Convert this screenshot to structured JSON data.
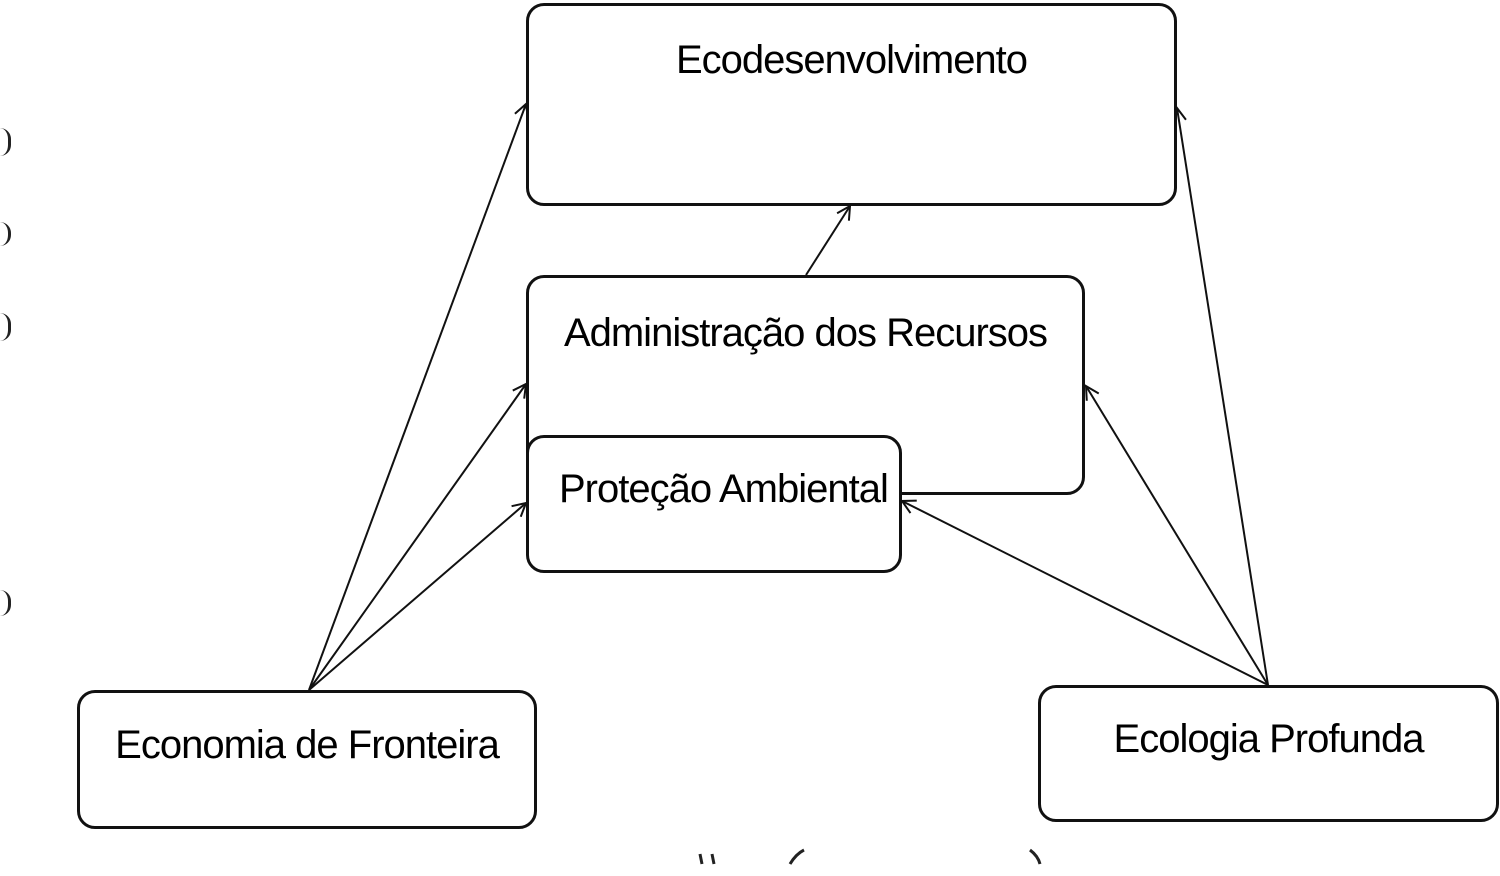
{
  "nodes": {
    "ecodesenvolvimento": "Ecodesenvolvimento",
    "administracao": "Administração dos Recursos",
    "protecao": "Proteção Ambiental",
    "fronteira": "Economia de Fronteira",
    "profunda": "Ecologia Profunda"
  },
  "edges": [
    {
      "from": "Economia de Fronteira",
      "to": "Ecodesenvolvimento"
    },
    {
      "from": "Economia de Fronteira",
      "to": "Administração dos Recursos"
    },
    {
      "from": "Economia de Fronteira",
      "to": "Proteção Ambiental"
    },
    {
      "from": "Ecologia Profunda",
      "to": "Ecodesenvolvimento"
    },
    {
      "from": "Ecologia Profunda",
      "to": "Administração dos Recursos"
    },
    {
      "from": "Ecologia Profunda",
      "to": "Proteção Ambiental"
    },
    {
      "from": "Administração dos Recursos",
      "to": "Ecodesenvolvimento"
    }
  ],
  "colors": {
    "stroke": "#111111",
    "background": "#ffffff"
  }
}
